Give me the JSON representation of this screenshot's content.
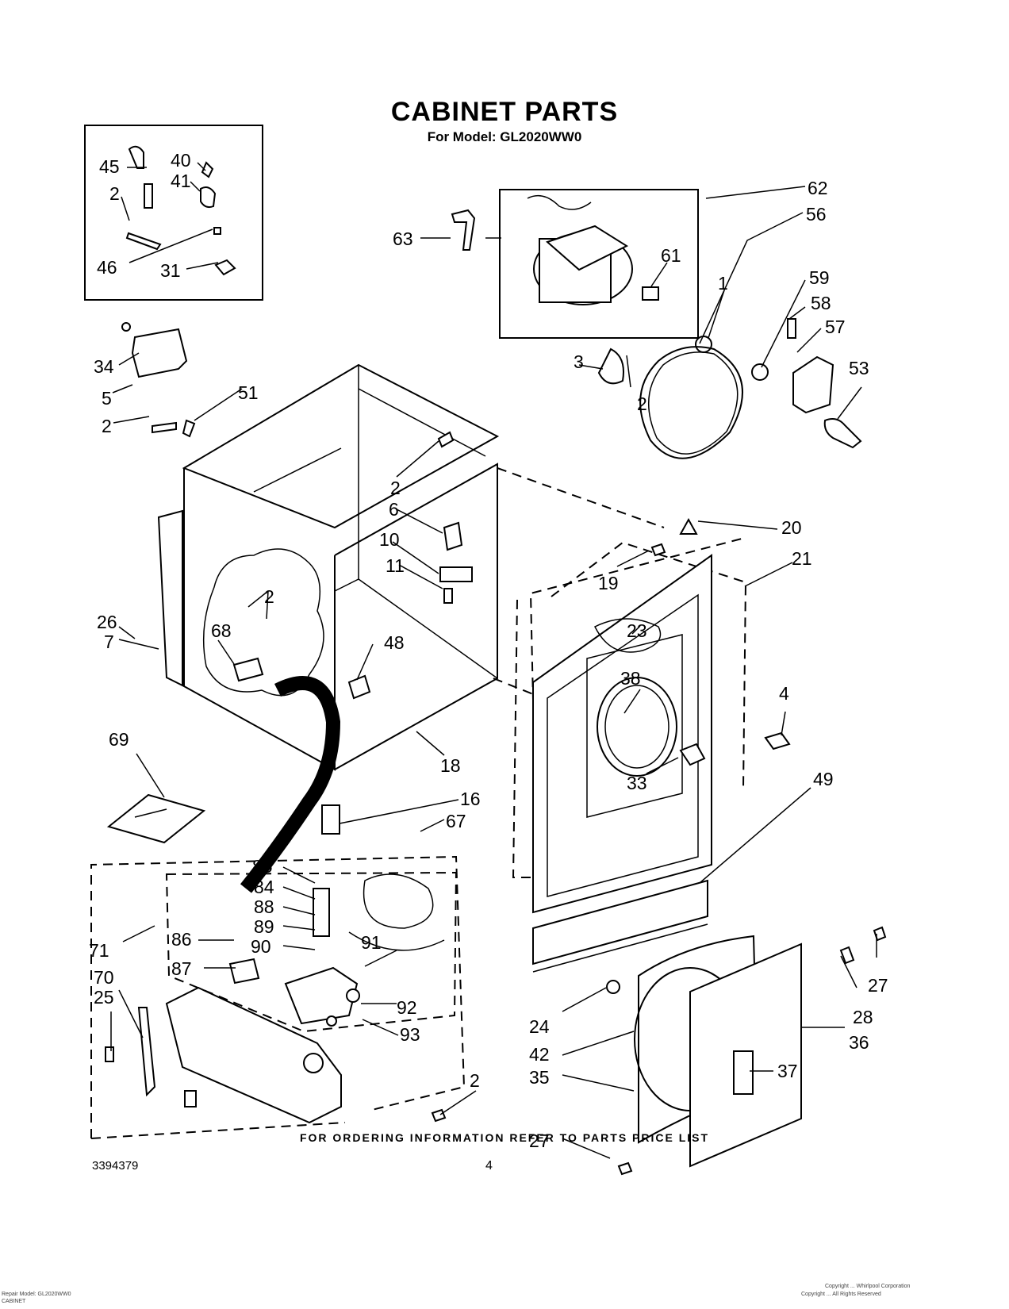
{
  "title": "CABINET PARTS",
  "subtitle": "For Model: GL2020WW0",
  "footer_note": "FOR ORDERING INFORMATION REFER TO PARTS PRICE LIST",
  "doc_number": "3394379",
  "page_number": "4",
  "fine_print": {
    "bottom_left_1": "Repair Model: GL2020WW0",
    "bottom_left_2": "CABINET",
    "bottom_right_1": "Copyright ... Whirlpool Corporation",
    "bottom_right_2": "Copyright ... All Rights Reserved"
  },
  "callouts": [
    "45",
    "40",
    "41",
    "2",
    "46",
    "31",
    "34",
    "5",
    "51",
    "2",
    "63",
    "62",
    "56",
    "61",
    "1",
    "59",
    "58",
    "57",
    "3",
    "2",
    "53",
    "2",
    "6",
    "10",
    "11",
    "20",
    "19",
    "21",
    "26",
    "7",
    "2",
    "68",
    "48",
    "23",
    "38",
    "4",
    "18",
    "33",
    "69",
    "16",
    "67",
    "49",
    "85",
    "84",
    "88",
    "89",
    "90",
    "86",
    "71",
    "87",
    "91",
    "70",
    "25",
    "92",
    "93",
    "2",
    "27",
    "28",
    "24",
    "42",
    "36",
    "35",
    "37",
    "27"
  ]
}
